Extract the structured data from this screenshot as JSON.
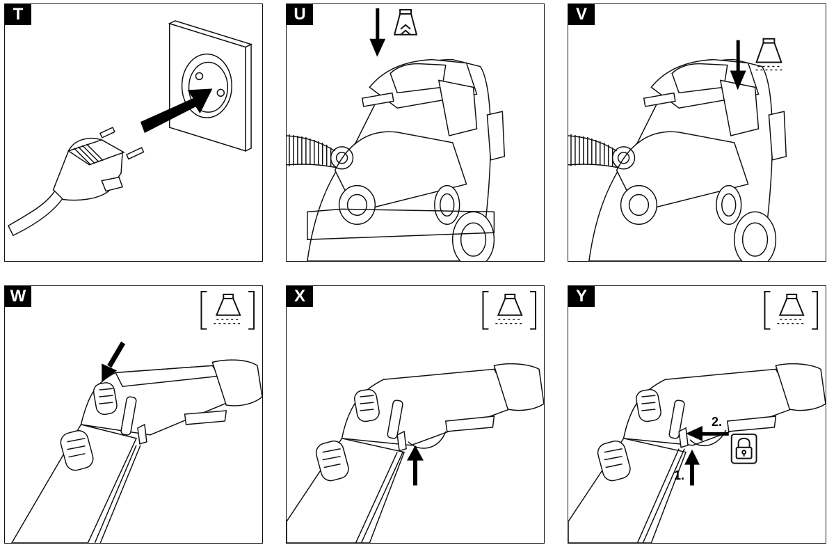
{
  "panels": {
    "t": {
      "label": "T"
    },
    "u": {
      "label": "U"
    },
    "v": {
      "label": "V"
    },
    "w": {
      "label": "W"
    },
    "x": {
      "label": "X"
    },
    "y": {
      "label": "Y",
      "step1": "1.",
      "step2": "2."
    }
  }
}
